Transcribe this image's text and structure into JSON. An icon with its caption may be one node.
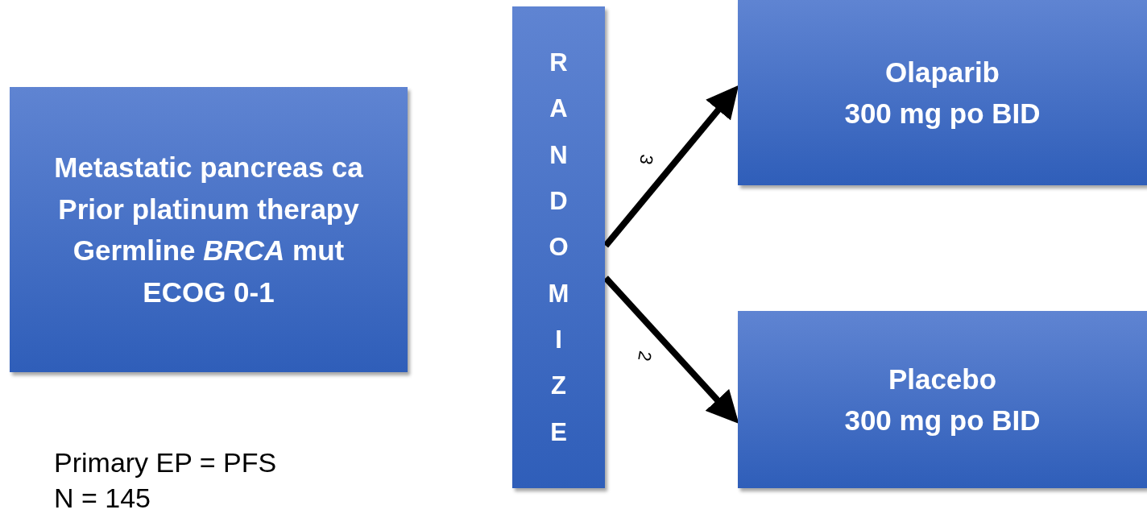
{
  "diagram": {
    "nodes": [
      {
        "text": [
          "Metastatic pancreas ca",
          "Prior platinum therapy",
          "Germline *BRCA* mut",
          "ECOG 0-1"
        ]
      },
      {
        "text": [
          "RANDOMIZE"
        ]
      },
      {
        "text": [
          "Olaparib",
          "300 mg po BID"
        ]
      },
      {
        "text": [
          "Placebo",
          "300 mg po BID"
        ]
      }
    ],
    "edges": [
      {
        "from": 1,
        "to": 2,
        "arrow": "to",
        "label": "3"
      },
      {
        "from": 1,
        "to": 3,
        "arrow": "to",
        "label": "2"
      }
    ],
    "labels": [
      "Primary EP = PFS",
      "N = 145"
    ]
  }
}
